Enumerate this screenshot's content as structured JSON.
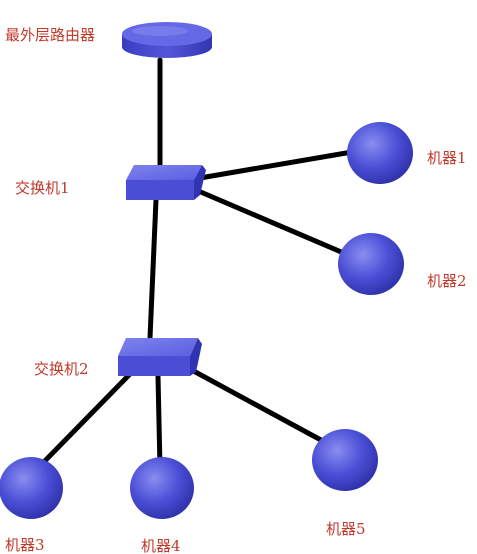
{
  "diagram": {
    "nodes": {
      "router": {
        "label": "最外层路由器",
        "shape": "cylinder"
      },
      "switch1": {
        "label": "交换机1",
        "shape": "box"
      },
      "switch2": {
        "label": "交换机2",
        "shape": "box"
      },
      "machine1": {
        "label": "机器1",
        "shape": "sphere"
      },
      "machine2": {
        "label": "机器2",
        "shape": "sphere"
      },
      "machine3": {
        "label": "机器3",
        "shape": "sphere"
      },
      "machine4": {
        "label": "机器4",
        "shape": "sphere"
      },
      "machine5": {
        "label": "机器5",
        "shape": "sphere"
      }
    },
    "links": [
      {
        "from": "router",
        "to": "switch1"
      },
      {
        "from": "switch1",
        "to": "machine1"
      },
      {
        "from": "switch1",
        "to": "machine2"
      },
      {
        "from": "switch1",
        "to": "switch2"
      },
      {
        "from": "switch2",
        "to": "machine3"
      },
      {
        "from": "switch2",
        "to": "machine4"
      },
      {
        "from": "switch2",
        "to": "machine5"
      }
    ],
    "colors": {
      "node_fill": "#4b4fd6",
      "node_dark": "#2e30a8",
      "node_light": "#8a8df0",
      "link": "#000000",
      "label": "#c0392b"
    }
  }
}
